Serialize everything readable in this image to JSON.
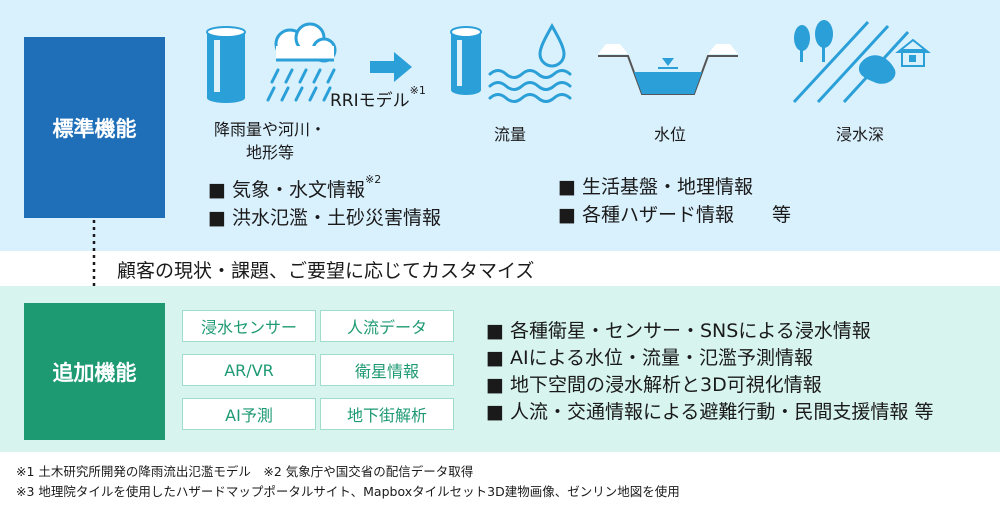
{
  "standard": {
    "title": "標準機能",
    "rri_label": "RRIモデル",
    "rri_note_mark": "※1",
    "labels": {
      "rain_line1": "降雨量や河川・",
      "rain_line2": "地形等",
      "flow": "流量",
      "level": "水位",
      "depth": "浸水深"
    },
    "bullets_left": [
      "■ 気象・水文情報",
      "■ 洪水氾濫・土砂災害情報"
    ],
    "bullet_left_note_mark": "※2",
    "bullets_right": [
      "■ 生活基盤・地理情報",
      "■ 各種ハザード情報　　等"
    ]
  },
  "customize_text": "顧客の現状・課題、ご要望に応じてカスタマイズ",
  "additional": {
    "title": "追加機能",
    "tags": [
      "浸水センサー",
      "人流データ",
      "AR/VR",
      "衛星情報",
      "AI予測",
      "地下街解析"
    ],
    "bullets": [
      "■ 各種衛星・センサー・SNSによる浸水情報",
      "■ AIによる水位・流量・氾濫予測情報",
      "■ 地下空間の浸水解析と3D可視化情報",
      "■ 人流・交通情報による避難行動・民間支援情報 等"
    ]
  },
  "footnotes": [
    "※1 土木研究所開発の降雨流出氾濫モデル　※2 気象庁や国交省の配信データ取得",
    "※3 地理院タイルを使用したハザードマップポータルサイト、Mapboxタイルセット3D建物画像、ゼンリン地図を使用"
  ],
  "colors": {
    "std_bg": "#d9f0fd",
    "std_box": "#1f6fb8",
    "add_bg": "#d7f4ef",
    "add_box": "#1e9a73",
    "icon": "#2a9fd8"
  }
}
